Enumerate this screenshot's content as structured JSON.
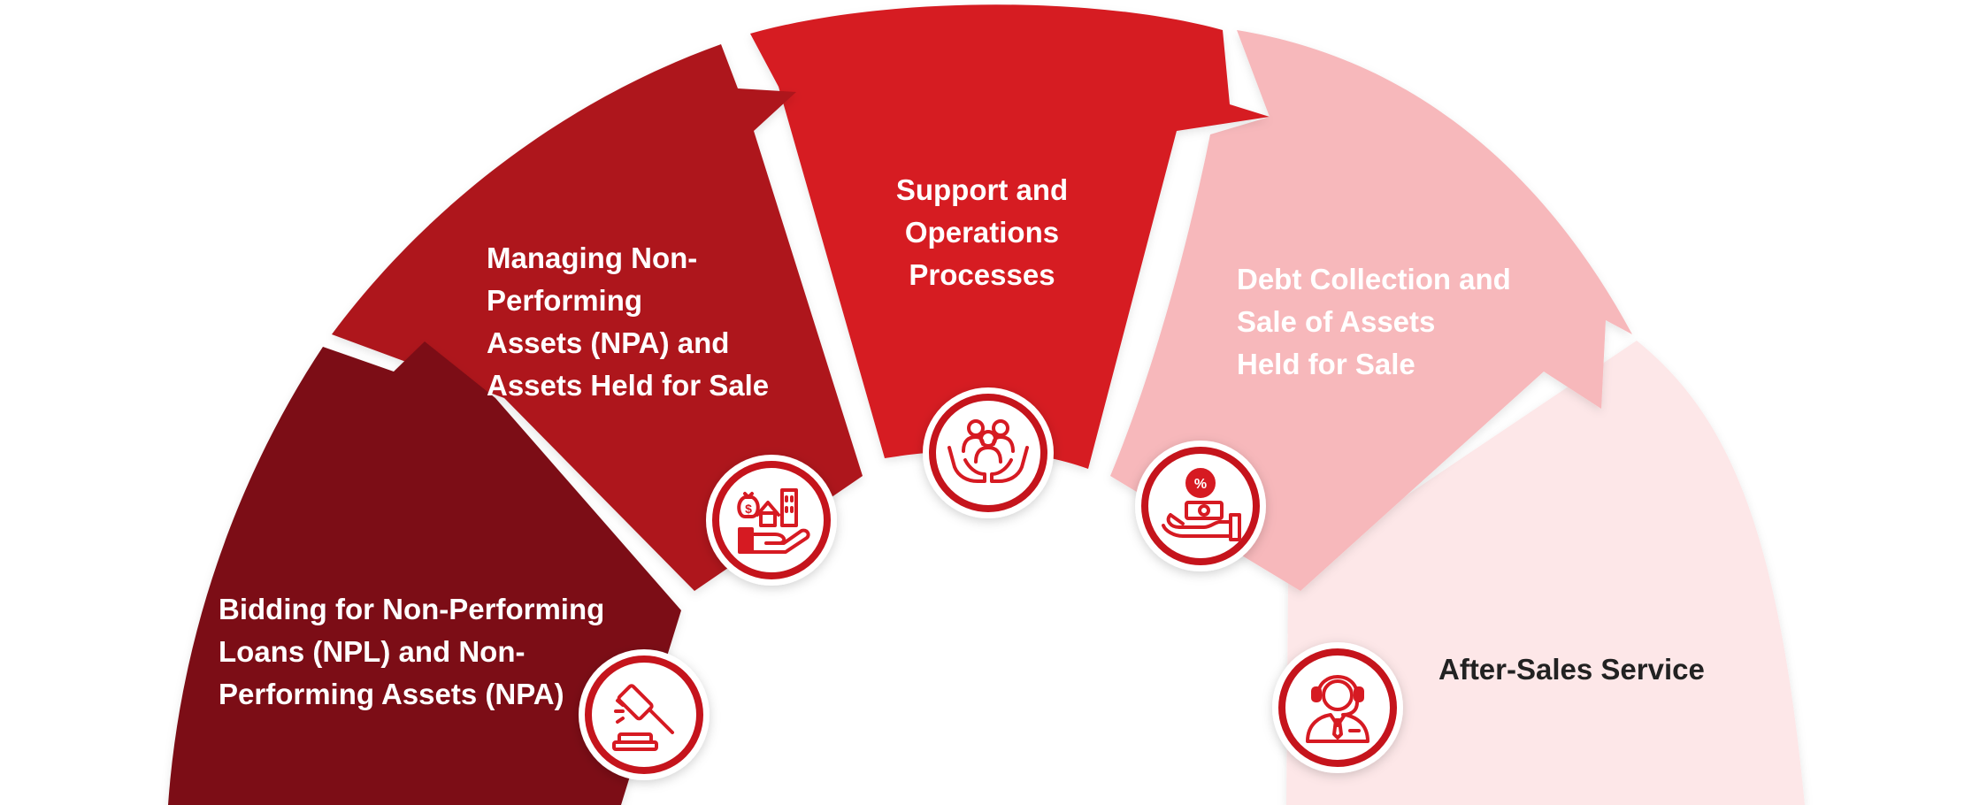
{
  "diagram": {
    "segments": [
      {
        "id": "bidding",
        "label_lines": [
          "Bidding for Non-Performing",
          "Loans (NPL) and Non-",
          "Performing Assets (NPA)"
        ],
        "fill": "#7c1016",
        "text_color": "#ffffff",
        "icon": "auction-gavel-icon"
      },
      {
        "id": "managing",
        "label_lines": [
          "Managing Non-",
          "Performing",
          "Assets (NPA) and",
          "Assets Held for Sale"
        ],
        "fill": "#ae151c",
        "text_color": "#ffffff",
        "icon": "asset-in-hand-icon"
      },
      {
        "id": "support",
        "label_lines": [
          "Support and",
          "Operations",
          "Processes"
        ],
        "fill": "#d61a22",
        "text_color": "#ffffff",
        "icon": "people-in-hands-icon"
      },
      {
        "id": "debt",
        "label_lines": [
          "Debt Collection and",
          "Sale of Assets",
          "Held for Sale"
        ],
        "fill": "#f7b8bb",
        "text_color": "#ffffff",
        "icon": "cash-percent-hand-icon"
      },
      {
        "id": "aftersales",
        "label_lines": [
          "After-Sales Service"
        ],
        "fill": "#fde7e8",
        "text_color": "#222222",
        "icon": "support-agent-headset-icon"
      }
    ],
    "icon_color": "#d61a22",
    "icon_ring_color": "#c5141c"
  }
}
